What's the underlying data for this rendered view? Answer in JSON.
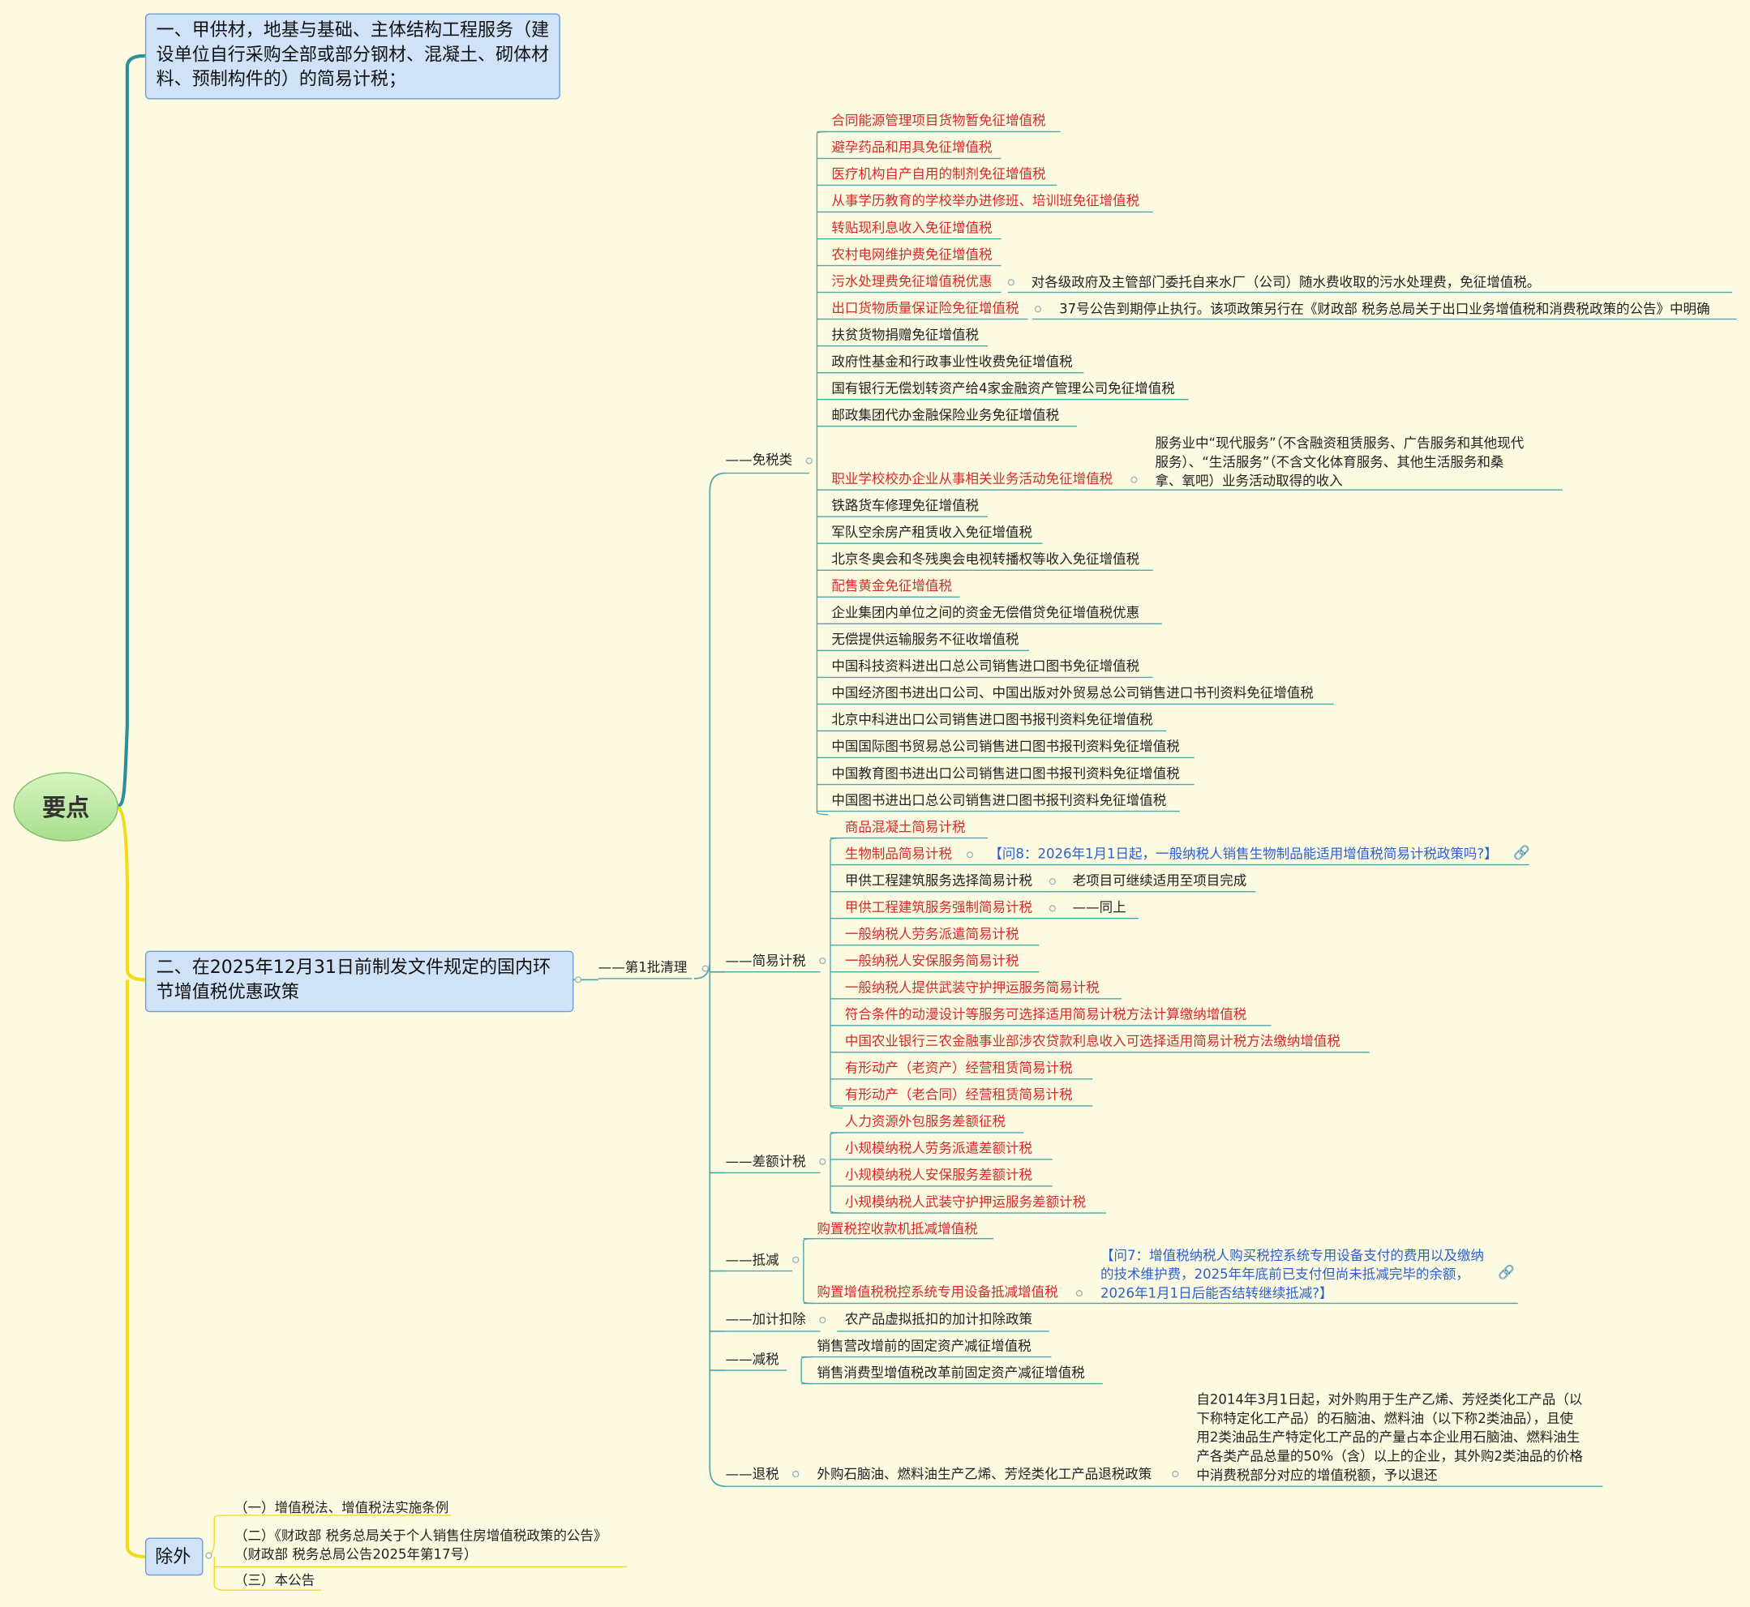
{
  "root": "要点",
  "branch1": "一、甲供材，地基与基础、主体结构工程服务（建设单位自行采购全部或部分钢材、混凝土、砌体材料、预制构件的）的简易计税；",
  "branch2": "二、在2025年12月31日前制发文件规定的国内环节增值税优惠政策",
  "batch": "——第1批清理",
  "exempt": {
    "label": "——免税类",
    "items": [
      "合同能源管理项目货物暂免征增值税",
      "避孕药品和用具免征增值税",
      "医疗机构自产自用的制剂免征增值税",
      "从事学历教育的学校举办进修班、培训班免征增值税",
      "转贴现利息收入免征增值税",
      "农村电网维护费免征增值税",
      "污水处理费免征增值税优惠",
      "出口货物质量保证险免征增值税",
      "扶贫货物捐赠免征增值税",
      "政府性基金和行政事业性收费免征增值税",
      "国有银行无偿划转资产给4家金融资产管理公司免征增值税",
      "邮政集团代办金融保险业务免征增值税",
      "职业学校校办企业从事相关业务活动免征增值税",
      "铁路货车修理免征增值税",
      "军队空余房产租赁收入免征增值税",
      "北京冬奥会和冬残奥会电视转播权等收入免征增值税",
      "配售黄金免征增值税",
      "企业集团内单位之间的资金无偿借贷免征增值税优惠",
      "无偿提供运输服务不征收增值税",
      "中国科技资料进出口总公司销售进口图书免征增值税",
      "中国经济图书进出口公司、中国出版对外贸易总公司销售进口书刊资料免征增值税",
      "北京中科进出口公司销售进口图书报刊资料免征增值税",
      "中国国际图书贸易总公司销售进口图书报刊资料免征增值税",
      "中国教育图书进出口公司销售进口图书报刊资料免征增值税",
      "中国图书进出口总公司销售进口图书报刊资料免征增值税"
    ],
    "note_sewage": "对各级政府及主管部门委托自来水厂（公司）随水费收取的污水处理费，免征增值税。",
    "note_export": "37号公告到期停止执行。该项政策另行在《财政部 税务总局关于出口业务增值税和消费税政策的公告》中明确",
    "note_vocational": "服务业中“现代服务”（不含融资租赁服务、广告服务和其他现代\n服务）、“生活服务”（不含文化体育服务、其他生活服务和桑\n拿、氧吧）业务活动取得的收入"
  },
  "simple": {
    "label": "——简易计税",
    "items": [
      "商品混凝土简易计税",
      "生物制品简易计税",
      "甲供工程建筑服务选择简易计税",
      "甲供工程建筑服务强制简易计税",
      "一般纳税人劳务派遣简易计税",
      "一般纳税人安保服务简易计税",
      "一般纳税人提供武装守护押运服务简易计税",
      "符合条件的动漫设计等服务可选择适用简易计税方法计算缴纳增值税",
      "中国农业银行三农金融事业部涉农贷款利息收入可选择适用简易计税方法缴纳增值税",
      "有形动产（老资产）经营租赁简易计税",
      "有形动产（老合同）经营租赁简易计税"
    ],
    "q8": "【问8：2026年1月1日起，一般纳税人销售生物制品能适用增值税简易计税政策吗?】",
    "note_old": "老项目可继续适用至项目完成",
    "note_same": "——同上"
  },
  "diff": {
    "label": "——差额计税",
    "items": [
      "人力资源外包服务差额征税",
      "小规模纳税人劳务派遣差额计税",
      "小规模纳税人安保服务差额计税",
      "小规模纳税人武装守护押运服务差额计税"
    ]
  },
  "offset": {
    "label": "——抵减",
    "items": [
      "购置税控收款机抵减增值税",
      "购置增值税税控系统专用设备抵减增值税"
    ],
    "q7": "【问7：增值税纳税人购买税控系统专用设备支付的费用以及缴纳\n的技术维护费，2025年年底前已支付但尚未抵减完毕的余额，\n2026年1月1日后能否结转继续抵减?】"
  },
  "extra": {
    "label": "——加计扣除",
    "item": "农产品虚拟抵扣的加计扣除政策"
  },
  "reduce": {
    "label": "——减税",
    "items": [
      "销售营改增前的固定资产减征增值税",
      "销售消费型增值税改革前固定资产减征增值税"
    ]
  },
  "refund": {
    "label": "——退税",
    "item": "外购石脑油、燃料油生产乙烯、芳烃类化工产品退税政策",
    "note": "自2014年3月1日起，对外购用于生产乙烯、芳烃类化工产品（以\n下称特定化工产品）的石脑油、燃料油（以下称2类油品），且使\n用2类油品生产特定化工产品的产量占本企业用石脑油、燃料油生\n产各类产品总量的50%（含）以上的企业，其外购2类油品的价格\n中消费税部分对应的增值税额，予以退还"
  },
  "except": {
    "label": "除外",
    "items": [
      "（一）增值税法、增值税法实施条例",
      "（二）《财政部 税务总局关于个人销售住房增值税政策的公告》\n（财政部 税务总局公告2025年第17号）",
      "（三）本公告"
    ]
  },
  "colors": {
    "red": "#d42a2a",
    "blue": "#2b5fd1",
    "teal": "#2e8f98",
    "yellow": "#f2dc1a"
  },
  "icons": [
    "collapse-circle-icon",
    "link-icon"
  ]
}
